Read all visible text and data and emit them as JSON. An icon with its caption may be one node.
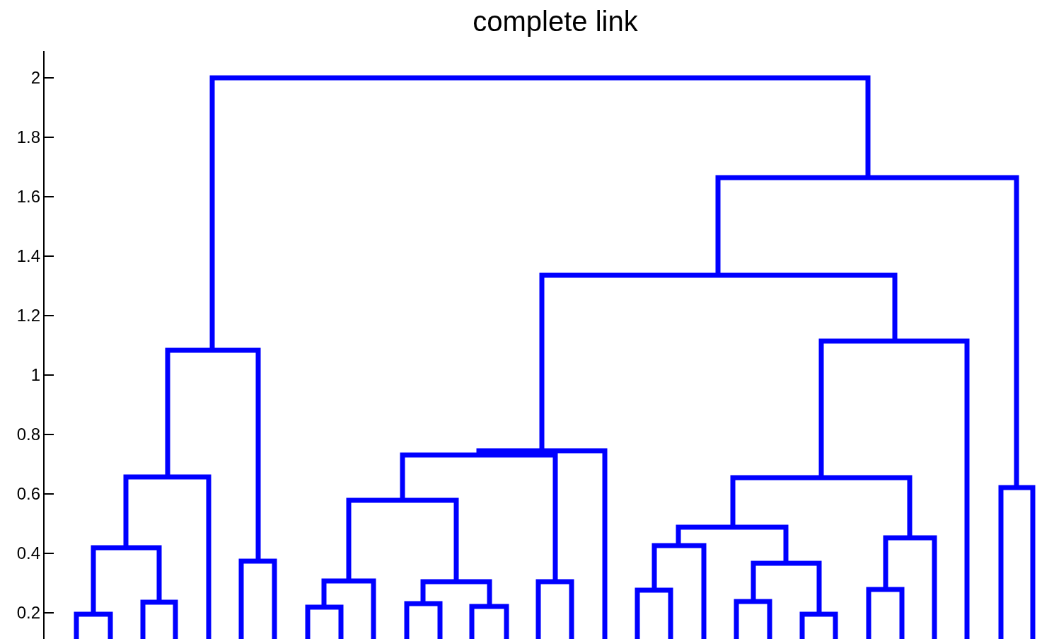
{
  "diagram": {
    "title": "complete link",
    "labels": [
      "2",
      "1.8",
      "1.6",
      "1.4",
      "1.2",
      "1",
      "0.8",
      "0.6",
      "0.4",
      "0.2"
    ]
  }
}
